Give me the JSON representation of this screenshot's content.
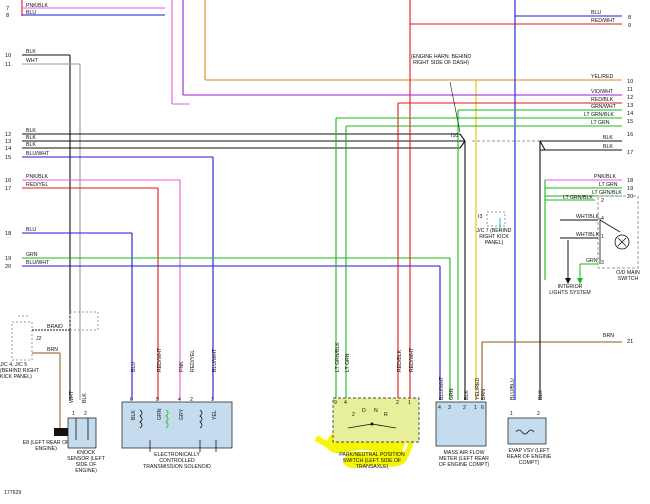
{
  "figure_id": "177629",
  "colors": {
    "black": "#111111",
    "gray": "#9a9a9a",
    "blue": "#1a1ad8",
    "pink": "#e85ae8",
    "red": "#e01818",
    "orange": "#e08a18",
    "yellow": "#d8c800",
    "green": "#18b818",
    "violet": "#a01ad8",
    "brown": "#8a5a1a",
    "cyan": "#18c8e8",
    "highlight": "#f5f50a",
    "box_fill": "#c5dcef"
  },
  "left_labels": [
    {
      "num": "7",
      "text": "PNK/BLK"
    },
    {
      "num": "8",
      "text": "BLU"
    },
    {
      "num": "10",
      "text": "BLK"
    },
    {
      "num": "11",
      "text": "WHT"
    },
    {
      "num": "12",
      "text": "BLK"
    },
    {
      "num": "13",
      "text": "BLK"
    },
    {
      "num": "14",
      "text": "BLK"
    },
    {
      "num": "15",
      "text": "BLU/WHT"
    },
    {
      "num": "16",
      "text": "PNK/BLK"
    },
    {
      "num": "17",
      "text": "RED/YEL"
    },
    {
      "num": "18",
      "text": "BLU"
    },
    {
      "num": "19",
      "text": "GRN"
    },
    {
      "num": "20",
      "text": "BLU/WHT"
    }
  ],
  "right_labels": [
    {
      "num": "8",
      "text": "BLU"
    },
    {
      "num": "9",
      "text": "RED/WHT"
    },
    {
      "num": "10",
      "text": "YEL/RED"
    },
    {
      "num": "11",
      "text": "VIO/WHT"
    },
    {
      "num": "12",
      "text": "RED/BLK"
    },
    {
      "num": "13",
      "text": "GRN/WHT"
    },
    {
      "num": "14",
      "text": "LT GRN/BLK"
    },
    {
      "num": "15",
      "text": "LT GRN"
    },
    {
      "num": "16",
      "text": "BLK"
    },
    {
      "num": "17",
      "text": "BLK"
    },
    {
      "num": "18",
      "text": "PNK/BLK"
    },
    {
      "num": "19",
      "text": "LT GRN"
    },
    {
      "num": "20",
      "text": "LT GRN/BLK"
    },
    {
      "num": "21",
      "text": "BRN"
    }
  ],
  "connectors": {
    "i10": "I10",
    "i3": "I3",
    "engine_harn": "(ENGINE HARN. BEHIND RIGHT SIDE OF DASH)",
    "jc7": "J/C 7 (BEHIND RIGHT KICK PANEL)",
    "jc45": "J/C 4, J/C 5 (BEHIND RIGHT KICK PANEL)",
    "j2": "J2",
    "braid": "BRAID",
    "brn": "BRN",
    "e8": "E8 (LEFT REAR OF ENGINE)"
  },
  "od_switch": {
    "label": "O/D MAIN SWITCH",
    "wires": [
      "LT GRN/BLK",
      "WHT/BLK",
      "WHT/BLK",
      "GRN"
    ],
    "pins": [
      "2",
      "4",
      "1",
      "3"
    ],
    "ground_label": "INTERIOR LIGHTS SYSTEM"
  },
  "components": [
    {
      "key": "knock",
      "label": "KNOCK SENSOR (LEFT SIDE OF ENGINE)",
      "wires": [
        "WHT",
        "BLK"
      ],
      "pins": [
        "1",
        "2"
      ]
    },
    {
      "key": "ects",
      "label": "ELECTRONICALLY CONTROLLED TRANSMISSION SOLENOID",
      "wires": [
        "BLU",
        "RED/WHT",
        "PNK",
        "RED/YEL",
        "BLU/WHT"
      ],
      "pins": [
        "6",
        "5",
        "4",
        "2",
        "1"
      ],
      "terminals": [
        "BLK",
        "GRN",
        "GRY",
        "YEL"
      ]
    },
    {
      "key": "pnp",
      "label": "PARK/NEUTRAL POSITION SWITCH (LEFT SIDE OF TRANSAXLE)",
      "wires": [
        "LT GRN/BLK",
        "LT GRN",
        "RED/BLK",
        "RED/WHT"
      ],
      "pins": [
        "9",
        "4",
        "2",
        "1"
      ],
      "positions": [
        "2",
        "D",
        "N",
        "R"
      ]
    },
    {
      "key": "maf",
      "label": "MASS AIR FLOW METER (LEFT REAR OF ENGINE COMPT)",
      "wires": [
        "BLU/WHT",
        "GRN",
        "BLK",
        "YEL/RED",
        "BRN"
      ],
      "pins": [
        "4",
        "3",
        "2",
        "1",
        "6"
      ]
    },
    {
      "key": "evap",
      "label": "EVAP VSV (LEFT REAR OF ENGINE COMPT)",
      "wires": [
        "BLU/BLU",
        "BLK"
      ],
      "pins": [
        "1",
        "2"
      ]
    }
  ]
}
